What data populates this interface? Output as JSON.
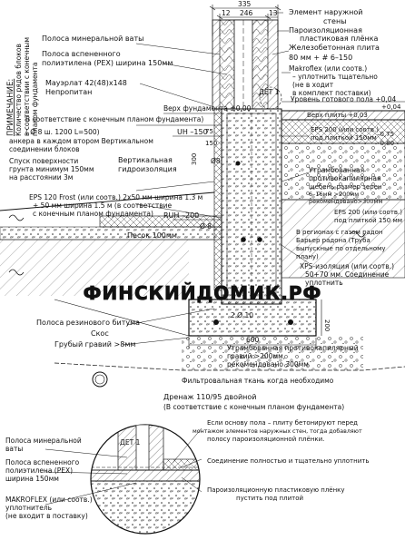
{
  "watermark": "ФИНСКИЙДОМИК.РФ",
  "dims": {
    "d335": "335",
    "d12": "12",
    "d246": "246",
    "d13": "13",
    "d75": "75",
    "d150": "150",
    "d300": "300",
    "d200": "200",
    "d600": "600"
  },
  "levels": {
    "foundation_top": "Верх фундамента ±0,00",
    "uh": "UH –150",
    "ruh": "RUH –200",
    "floor": "Уровень готового пола +0,04",
    "slab_top": "Верх плиты +0,03",
    "plus004": "+0,04",
    "minus075": "–0,75",
    "minus080": "–0,80"
  },
  "note": {
    "title": "ПРИМЕЧАНИЕ:",
    "line1": "Количество рядов блоков",
    "line2": "в соответствии с конечным",
    "line3": "планом фундамента"
  },
  "labels": {
    "mineral": "Полоса минеральной ваты",
    "pex1": "Полоса вспененного",
    "pex2": "полиэтилена (PEX) ширина 150мм",
    "mauerlat1": "Мауэрлат 42(48)х148",
    "mauerlat2": "Непропитан",
    "det1": "ДЕТ 1",
    "fplan": "В соответствие с конечным планом фундамента)",
    "anchor1": "( Ø 8  ш. 1200  L=500)",
    "anchor2": "анкера в каждом втором Вертикальном",
    "anchor3": "соединении блоков",
    "slope1": "Спуск поверхности",
    "slope2": "грунта минимум 150мм",
    "slope3": "на расстоянии 3м",
    "vhydro1": "Вертикальная",
    "vhydro2": "гидроизоляция",
    "phi8a": "Ø8",
    "phi8b": "Ø 8",
    "eps1": "EPS 120 Frost (или соотв.) 2х50 мм ширина 1.3 м",
    "eps2": "+ 50 мм ширина 1.5 м (в соответствие",
    "eps3": "с конечным планом фундамента)",
    "sand": "Песок 100мм",
    "rubber": "Полоса резинового битума",
    "scree": "Скос",
    "gravel": "Грубый гравий >8мм",
    "rebar": "2 Ø 10",
    "compacted1": "Утрамбованная противокапилярный",
    "compacted2": "гравий >200мм,",
    "compacted3": "рекомендовано 300мм",
    "fabric": "Фильтровальная ткань когда необходимо",
    "drain1": "Дренаж 110/95 двойной",
    "drain2": "(В соответствие с конечным планом фундамента)"
  },
  "right_labels": {
    "wall1": "Элемент наружной",
    "wall2": "стены",
    "vapor1": "Пароизоляционная",
    "vapor2": "пластиковая плёнка",
    "slab1": "Железобетонная плита",
    "slab2": "80 мм + # 6–150",
    "makro1": "Makroflex (или соотв.)",
    "makro2": "– уплотнить тщательно",
    "makro3": "(не в ходит",
    "makro4": "в комплект поставки)",
    "eps_under": "EPS 200 (или соотв.)",
    "eps_under2": "под плиткой 150мм",
    "fill1": "Утрамбованная",
    "fill2": "противокапилярная",
    "fill3": "щебень размер зерен",
    "fill4": "6–16мм >200мм",
    "fill5": "рекомендовано>300мм",
    "eps_mid1": "EPS 200 (или соотв.)",
    "eps_mid2": "под плиткой 150 мм",
    "radon1": "В регионах с газом радон",
    "radon2": "Барьер радона (Труба",
    "radon3": "выпускные по отдельному",
    "radon4": "плану)",
    "xps1": "XPS-изоляция (или соотв.)",
    "xps2": "50+70 мм. Соединение",
    "xps3": "уплотнить"
  },
  "detail": {
    "mineral1": "Полоса минеральной",
    "mineral2": "ваты",
    "pex1": "Полоса вспененного",
    "pex2": "полиэтилена (PEX)",
    "pex3": "ширина   150мм",
    "det": "ДЕТ 1",
    "makro1": "MAKROFLEX (или соотв.)",
    "makro2": "уплотнитель",
    "makro3": "(не входит в поставку)",
    "note1": "Если основу полa – плиту бетонируют перед",
    "note2": "монтажом элементов наружных стен, тогда добавляют",
    "note3": "полосу пароизоляционной плёнки.",
    "note4": "Соединение полностью и тщательно уплотнить",
    "note5": "Пароизоляционную пластиковую плёнку",
    "note6": "пустить под плитой"
  }
}
